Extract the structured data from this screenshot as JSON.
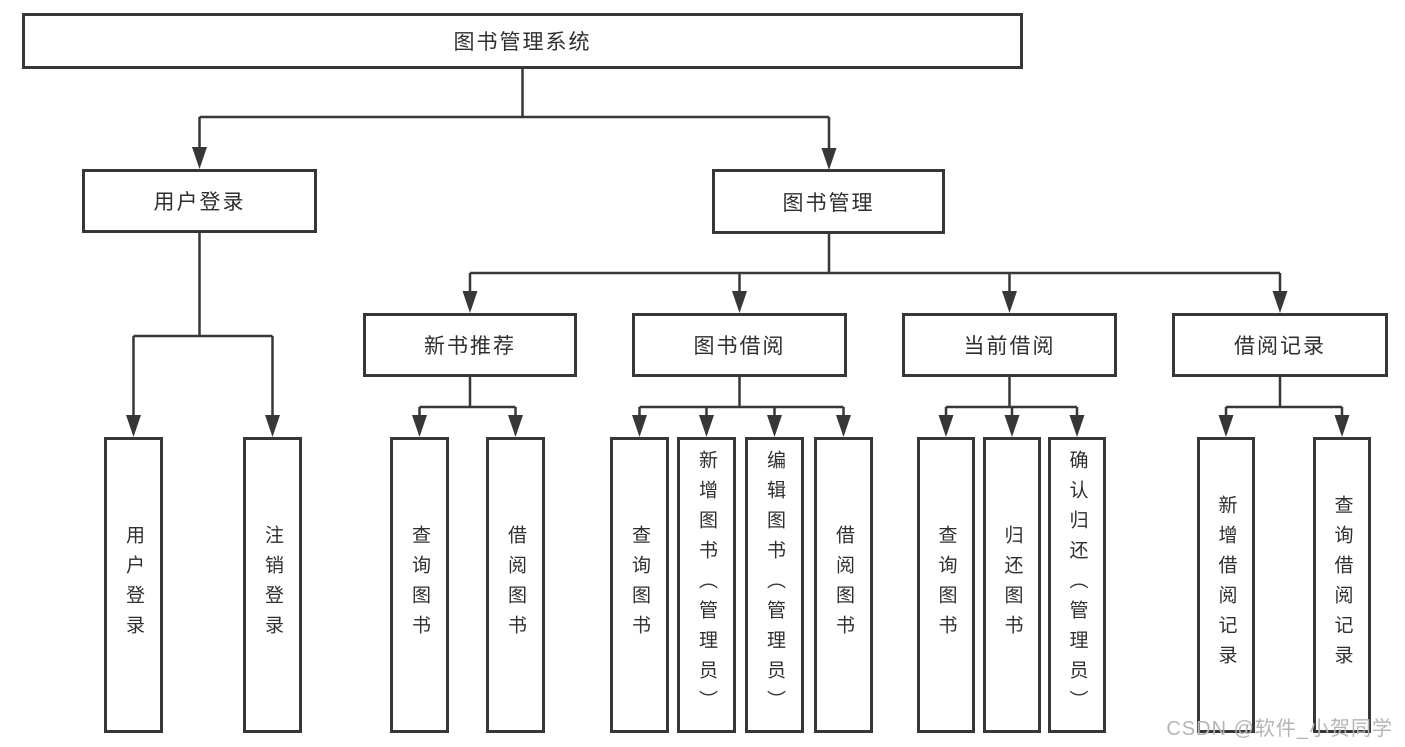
{
  "diagram": {
    "root": "图书管理系统",
    "level1": [
      {
        "label": "用户登录",
        "children": [
          "用户登录",
          "注销登录"
        ]
      },
      {
        "label": "图书管理",
        "children": [
          {
            "label": "新书推荐",
            "children": [
              "查询图书",
              "借阅图书"
            ]
          },
          {
            "label": "图书借阅",
            "children": [
              "查询图书",
              "新增图书（管理员）",
              "编辑图书（管理员）",
              "借阅图书"
            ]
          },
          {
            "label": "当前借阅",
            "children": [
              "查询图书",
              "归还图书",
              "确认归还（管理员）"
            ]
          },
          {
            "label": "借阅记录",
            "children": [
              "新增借阅记录",
              "查询借阅记录"
            ]
          }
        ]
      }
    ]
  },
  "watermark": "CSDN @软件_小贺同学",
  "colors": {
    "line": "#373737",
    "text": "#2f2f2f",
    "box_fill": "#ffffff",
    "background": "#ffffff",
    "watermark": "#b5b5b5"
  }
}
